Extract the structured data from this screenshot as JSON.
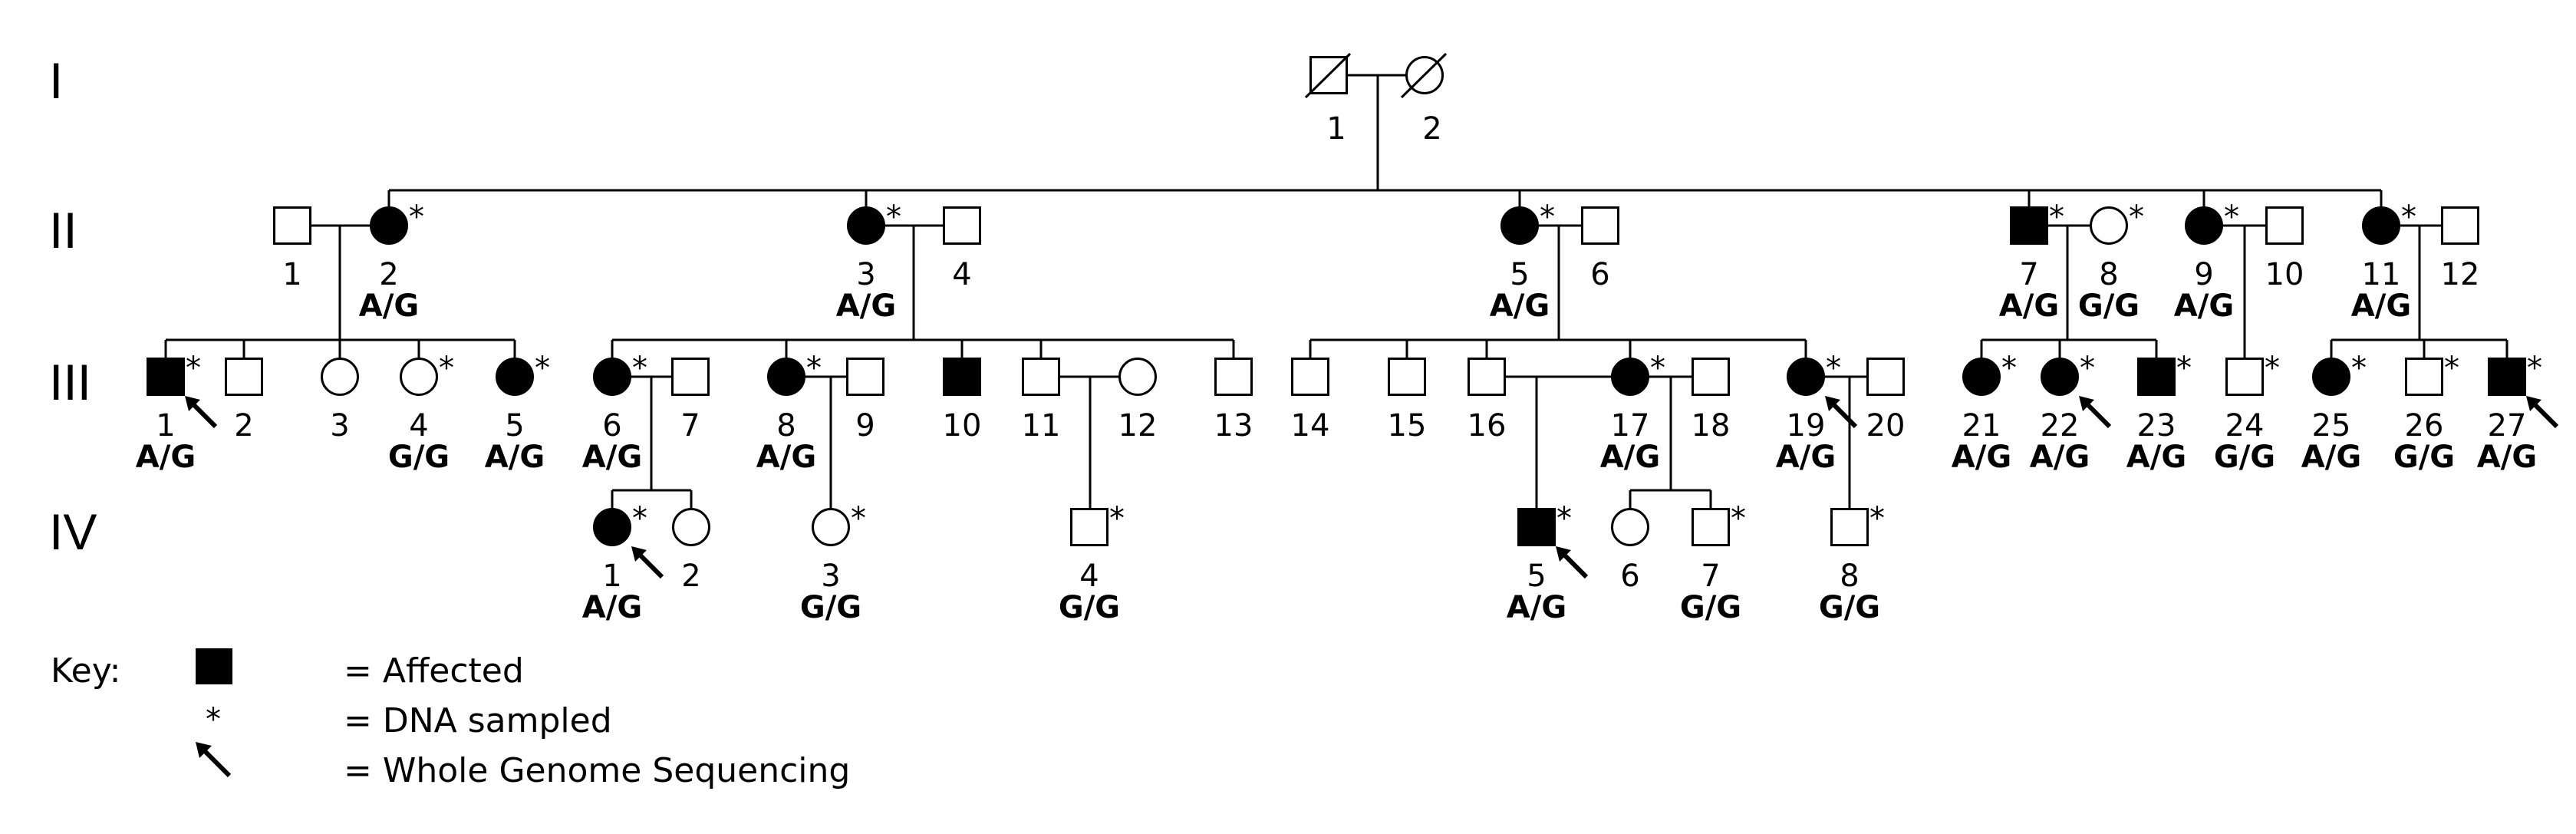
{
  "generations": [
    "I",
    "II",
    "III",
    "IV"
  ],
  "individuals": [
    {
      "id": "I-1",
      "gen": "I",
      "num": "1",
      "sex": "male",
      "affected": false,
      "deceased": true,
      "dna": false,
      "wgs": false,
      "genotype": ""
    },
    {
      "id": "I-2",
      "gen": "I",
      "num": "2",
      "sex": "female",
      "affected": false,
      "deceased": true,
      "dna": false,
      "wgs": false,
      "genotype": ""
    },
    {
      "id": "II-1",
      "gen": "II",
      "num": "1",
      "sex": "male",
      "affected": false,
      "dna": false,
      "wgs": false,
      "genotype": ""
    },
    {
      "id": "II-2",
      "gen": "II",
      "num": "2",
      "sex": "female",
      "affected": true,
      "dna": true,
      "wgs": false,
      "genotype": "A/G"
    },
    {
      "id": "II-3",
      "gen": "II",
      "num": "3",
      "sex": "female",
      "affected": true,
      "dna": true,
      "wgs": false,
      "genotype": "A/G"
    },
    {
      "id": "II-4",
      "gen": "II",
      "num": "4",
      "sex": "male",
      "affected": false,
      "dna": false,
      "wgs": false,
      "genotype": ""
    },
    {
      "id": "II-5",
      "gen": "II",
      "num": "5",
      "sex": "female",
      "affected": true,
      "dna": true,
      "wgs": false,
      "genotype": "A/G"
    },
    {
      "id": "II-6",
      "gen": "II",
      "num": "6",
      "sex": "male",
      "affected": false,
      "dna": false,
      "wgs": false,
      "genotype": ""
    },
    {
      "id": "II-7",
      "gen": "II",
      "num": "7",
      "sex": "male",
      "affected": true,
      "dna": true,
      "wgs": false,
      "genotype": "A/G"
    },
    {
      "id": "II-8",
      "gen": "II",
      "num": "8",
      "sex": "female",
      "affected": false,
      "dna": true,
      "wgs": false,
      "genotype": "G/G"
    },
    {
      "id": "II-9",
      "gen": "II",
      "num": "9",
      "sex": "female",
      "affected": true,
      "dna": true,
      "wgs": false,
      "genotype": "A/G"
    },
    {
      "id": "II-10",
      "gen": "II",
      "num": "10",
      "sex": "male",
      "affected": false,
      "dna": false,
      "wgs": false,
      "genotype": ""
    },
    {
      "id": "II-11",
      "gen": "II",
      "num": "11",
      "sex": "female",
      "affected": true,
      "dna": true,
      "wgs": false,
      "genotype": "A/G"
    },
    {
      "id": "II-12",
      "gen": "II",
      "num": "12",
      "sex": "male",
      "affected": false,
      "dna": false,
      "wgs": false,
      "genotype": ""
    },
    {
      "id": "III-1",
      "gen": "III",
      "num": "1",
      "sex": "male",
      "affected": true,
      "dna": true,
      "wgs": true,
      "genotype": "A/G"
    },
    {
      "id": "III-2",
      "gen": "III",
      "num": "2",
      "sex": "male",
      "affected": false,
      "dna": false,
      "wgs": false,
      "genotype": ""
    },
    {
      "id": "III-3",
      "gen": "III",
      "num": "3",
      "sex": "female",
      "affected": false,
      "dna": false,
      "wgs": false,
      "genotype": ""
    },
    {
      "id": "III-4",
      "gen": "III",
      "num": "4",
      "sex": "female",
      "affected": false,
      "dna": true,
      "wgs": false,
      "genotype": "G/G"
    },
    {
      "id": "III-5",
      "gen": "III",
      "num": "5",
      "sex": "female",
      "affected": true,
      "dna": true,
      "wgs": false,
      "genotype": "A/G"
    },
    {
      "id": "III-6",
      "gen": "III",
      "num": "6",
      "sex": "female",
      "affected": true,
      "dna": true,
      "wgs": false,
      "genotype": "A/G"
    },
    {
      "id": "III-7",
      "gen": "III",
      "num": "7",
      "sex": "male",
      "affected": false,
      "dna": false,
      "wgs": false,
      "genotype": ""
    },
    {
      "id": "III-8",
      "gen": "III",
      "num": "8",
      "sex": "female",
      "affected": true,
      "dna": true,
      "wgs": false,
      "genotype": "A/G"
    },
    {
      "id": "III-9",
      "gen": "III",
      "num": "9",
      "sex": "male",
      "affected": false,
      "dna": false,
      "wgs": false,
      "genotype": ""
    },
    {
      "id": "III-10",
      "gen": "III",
      "num": "10",
      "sex": "male",
      "affected": true,
      "dna": false,
      "wgs": false,
      "genotype": ""
    },
    {
      "id": "III-11",
      "gen": "III",
      "num": "11",
      "sex": "male",
      "affected": false,
      "dna": false,
      "wgs": false,
      "genotype": ""
    },
    {
      "id": "III-12",
      "gen": "III",
      "num": "12",
      "sex": "female",
      "affected": false,
      "dna": false,
      "wgs": false,
      "genotype": ""
    },
    {
      "id": "III-13",
      "gen": "III",
      "num": "13",
      "sex": "male",
      "affected": false,
      "dna": false,
      "wgs": false,
      "genotype": ""
    },
    {
      "id": "III-14",
      "gen": "III",
      "num": "14",
      "sex": "male",
      "affected": false,
      "dna": false,
      "wgs": false,
      "genotype": ""
    },
    {
      "id": "III-15",
      "gen": "III",
      "num": "15",
      "sex": "male",
      "affected": false,
      "dna": false,
      "wgs": false,
      "genotype": ""
    },
    {
      "id": "III-16",
      "gen": "III",
      "num": "16",
      "sex": "male",
      "affected": false,
      "dna": false,
      "wgs": false,
      "genotype": ""
    },
    {
      "id": "III-17",
      "gen": "III",
      "num": "17",
      "sex": "female",
      "affected": true,
      "dna": true,
      "wgs": false,
      "genotype": "A/G"
    },
    {
      "id": "III-18",
      "gen": "III",
      "num": "18",
      "sex": "male",
      "affected": false,
      "dna": false,
      "wgs": false,
      "genotype": ""
    },
    {
      "id": "III-19",
      "gen": "III",
      "num": "19",
      "sex": "female",
      "affected": true,
      "dna": true,
      "wgs": true,
      "genotype": "A/G"
    },
    {
      "id": "III-20",
      "gen": "III",
      "num": "20",
      "sex": "male",
      "affected": false,
      "dna": false,
      "wgs": false,
      "genotype": ""
    },
    {
      "id": "III-21",
      "gen": "III",
      "num": "21",
      "sex": "female",
      "affected": true,
      "dna": true,
      "wgs": false,
      "genotype": "A/G"
    },
    {
      "id": "III-22",
      "gen": "III",
      "num": "22",
      "sex": "female",
      "affected": true,
      "dna": true,
      "wgs": true,
      "genotype": "A/G"
    },
    {
      "id": "III-23",
      "gen": "III",
      "num": "23",
      "sex": "male",
      "affected": true,
      "dna": true,
      "wgs": false,
      "genotype": "A/G"
    },
    {
      "id": "III-24",
      "gen": "III",
      "num": "24",
      "sex": "male",
      "affected": false,
      "dna": true,
      "wgs": false,
      "genotype": "G/G"
    },
    {
      "id": "III-25",
      "gen": "III",
      "num": "25",
      "sex": "female",
      "affected": true,
      "dna": true,
      "wgs": false,
      "genotype": "A/G"
    },
    {
      "id": "III-26",
      "gen": "III",
      "num": "26",
      "sex": "male",
      "affected": false,
      "dna": true,
      "wgs": false,
      "genotype": "G/G"
    },
    {
      "id": "III-27",
      "gen": "III",
      "num": "27",
      "sex": "male",
      "affected": true,
      "dna": true,
      "wgs": true,
      "genotype": "A/G"
    },
    {
      "id": "IV-1",
      "gen": "IV",
      "num": "1",
      "sex": "female",
      "affected": true,
      "dna": true,
      "wgs": true,
      "genotype": "A/G"
    },
    {
      "id": "IV-2",
      "gen": "IV",
      "num": "2",
      "sex": "female",
      "affected": false,
      "dna": false,
      "wgs": false,
      "genotype": ""
    },
    {
      "id": "IV-3",
      "gen": "IV",
      "num": "3",
      "sex": "female",
      "affected": false,
      "dna": true,
      "wgs": false,
      "genotype": "G/G"
    },
    {
      "id": "IV-4",
      "gen": "IV",
      "num": "4",
      "sex": "male",
      "affected": false,
      "dna": true,
      "wgs": false,
      "genotype": "G/G"
    },
    {
      "id": "IV-5",
      "gen": "IV",
      "num": "5",
      "sex": "male",
      "affected": true,
      "dna": true,
      "wgs": true,
      "genotype": "A/G"
    },
    {
      "id": "IV-6",
      "gen": "IV",
      "num": "6",
      "sex": "female",
      "affected": false,
      "dna": false,
      "wgs": false,
      "genotype": ""
    },
    {
      "id": "IV-7",
      "gen": "IV",
      "num": "7",
      "sex": "male",
      "affected": false,
      "dna": true,
      "wgs": false,
      "genotype": "G/G"
    },
    {
      "id": "IV-8",
      "gen": "IV",
      "num": "8",
      "sex": "male",
      "affected": false,
      "dna": true,
      "wgs": false,
      "genotype": "G/G"
    }
  ],
  "matings": [
    {
      "partners": [
        "I-1",
        "I-2"
      ],
      "children": [
        "II-2",
        "II-3",
        "II-5",
        "II-7",
        "II-9",
        "II-11"
      ]
    },
    {
      "partners": [
        "II-1",
        "II-2"
      ],
      "children": [
        "III-1",
        "III-2",
        "III-3",
        "III-4",
        "III-5"
      ]
    },
    {
      "partners": [
        "II-3",
        "II-4"
      ],
      "children": [
        "III-6",
        "III-8",
        "III-10",
        "III-11",
        "III-13"
      ]
    },
    {
      "partners": [
        "II-5",
        "II-6"
      ],
      "children": [
        "III-14",
        "III-15",
        "III-16",
        "III-17",
        "III-19"
      ]
    },
    {
      "partners": [
        "II-7",
        "II-8"
      ],
      "children": [
        "III-21",
        "III-22",
        "III-23"
      ]
    },
    {
      "partners": [
        "II-9",
        "II-10"
      ],
      "children": [
        "III-24"
      ]
    },
    {
      "partners": [
        "II-11",
        "II-12"
      ],
      "children": [
        "III-25",
        "III-26",
        "III-27"
      ]
    },
    {
      "partners": [
        "III-6",
        "III-7"
      ],
      "children": [
        "IV-1",
        "IV-2"
      ]
    },
    {
      "partners": [
        "III-8",
        "III-9"
      ],
      "children": [
        "IV-3"
      ]
    },
    {
      "partners": [
        "III-11",
        "III-12"
      ],
      "children": [
        "IV-4"
      ]
    },
    {
      "partners": [
        "III-16",
        "III-17"
      ],
      "children": [
        "IV-5"
      ]
    },
    {
      "partners": [
        "III-17",
        "III-18"
      ],
      "children": [
        "IV-6",
        "IV-7"
      ]
    },
    {
      "partners": [
        "III-19",
        "III-20"
      ],
      "children": [
        "IV-8"
      ]
    }
  ],
  "symbols": {
    "dna_marker": "*"
  },
  "key": {
    "title": "Key:",
    "items": [
      {
        "symbol": "affected-square-icon",
        "label": "= Affected"
      },
      {
        "symbol": "asterisk-icon",
        "glyph": "*",
        "label": "= DNA sampled"
      },
      {
        "symbol": "arrow-icon",
        "label": "= Whole Genome Sequencing"
      }
    ]
  },
  "colors": {
    "ink": "#000000",
    "background": "#ffffff"
  }
}
